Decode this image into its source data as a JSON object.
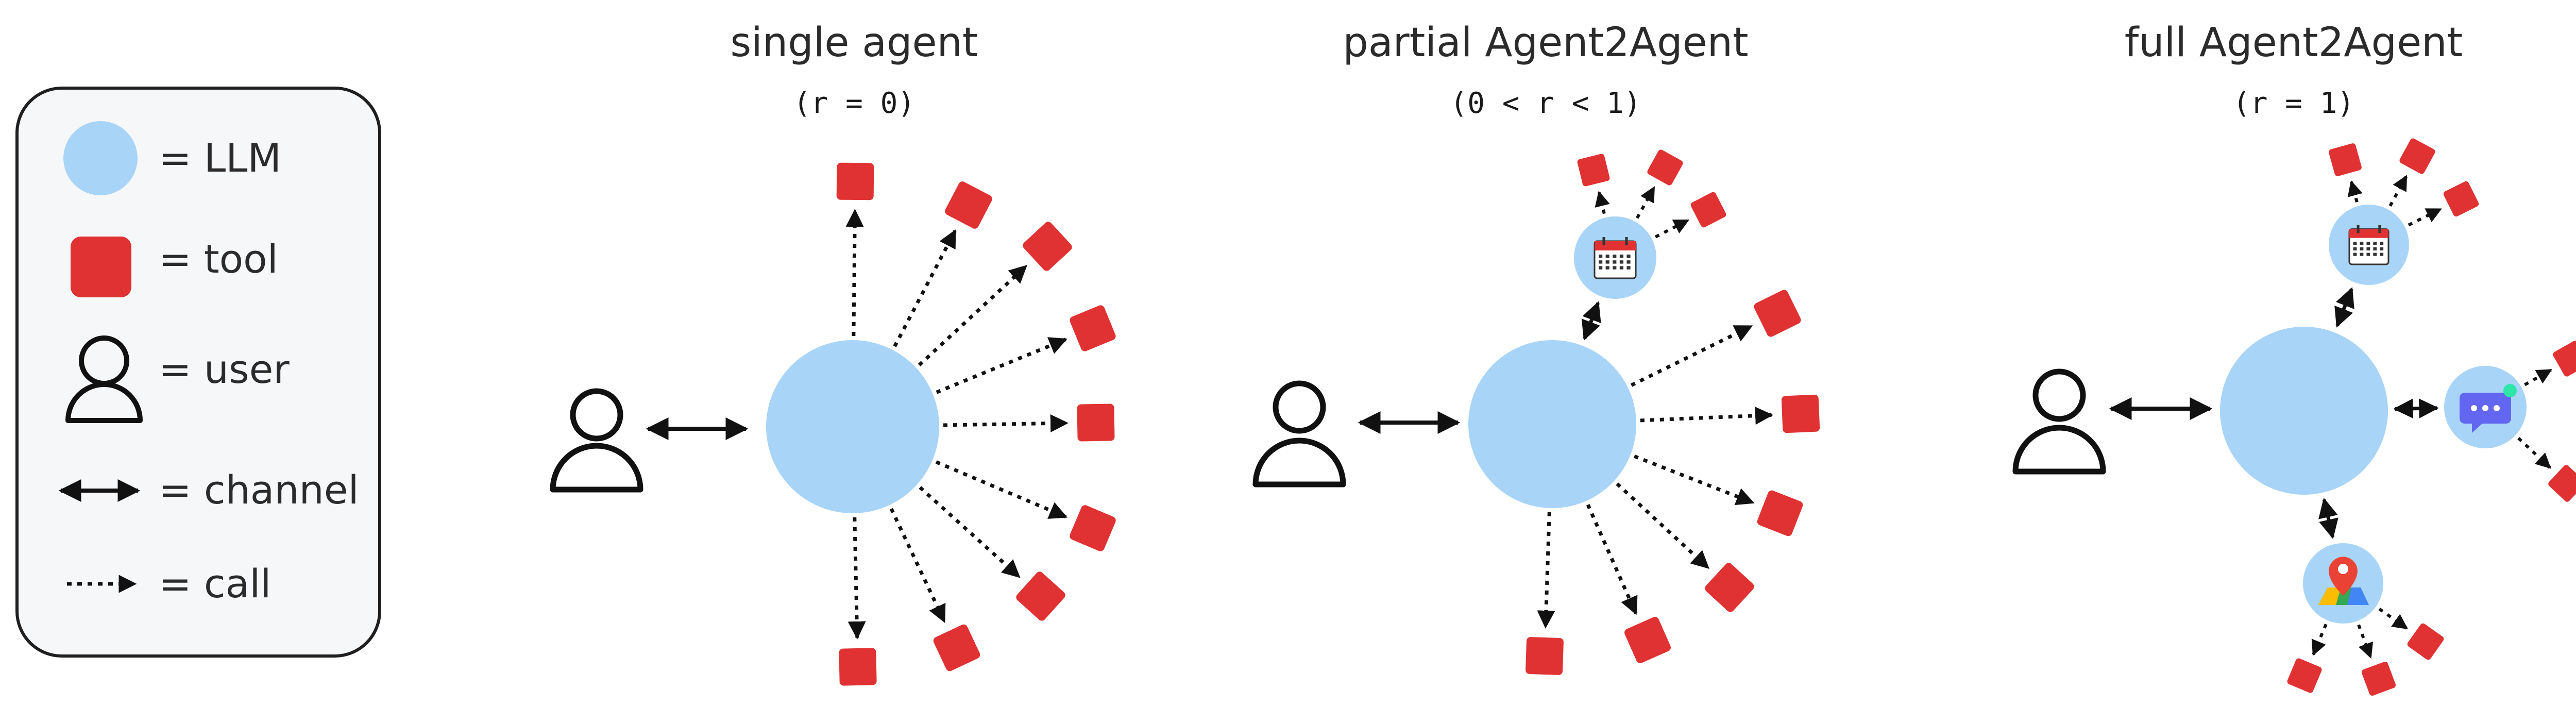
{
  "legend": {
    "llm": "= LLM",
    "tool": "= tool",
    "user": "= user",
    "channel": "= channel",
    "call": "= call"
  },
  "panels": [
    {
      "title": "single agent",
      "subtitle": "(r = 0)"
    },
    {
      "title": "partial Agent2Agent",
      "subtitle": "(0 < r < 1)"
    },
    {
      "title": "full Agent2Agent",
      "subtitle": "(r = 1)"
    }
  ],
  "colors": {
    "llm": "#a8d4f7",
    "tool": "#e03232",
    "stroke": "#111111",
    "legend_bg": "#f6f7f9"
  },
  "icons": {
    "calendar": "calendar-icon",
    "chat": "chat-icon",
    "map": "map-pin-icon"
  }
}
